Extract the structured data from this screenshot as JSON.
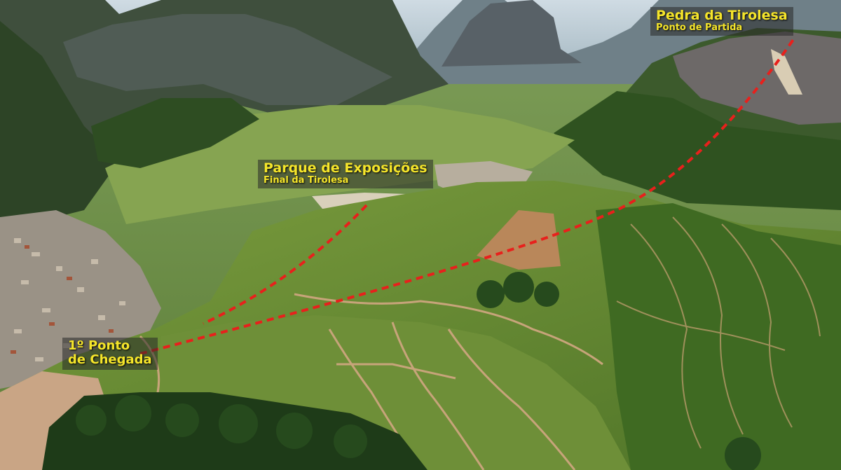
{
  "labels": {
    "start": {
      "title": "Pedra da Tirolesa",
      "subtitle": "Ponto de Partida"
    },
    "park": {
      "title": "Parque de Exposições",
      "subtitle": "Final da Tirolesa"
    },
    "first": {
      "line1": "1º Ponto",
      "line2": "de Chegada"
    }
  },
  "colors": {
    "label_text": "#f5e52a",
    "zipline_route": "#e8201c"
  }
}
